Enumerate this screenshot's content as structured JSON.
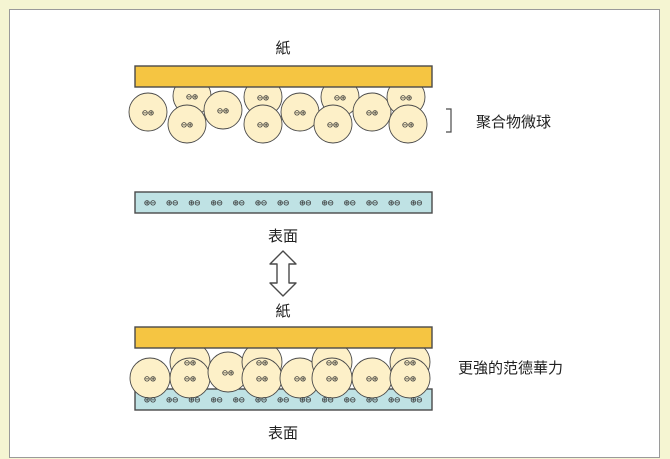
{
  "labels": {
    "paper_top": "紙",
    "microspheres": "聚合物微球",
    "surface_top": "表面",
    "paper_bottom": "紙",
    "vdw": "更強的范德華力",
    "surface_bottom": "表面"
  },
  "symbols": {
    "sphere_charge": "⊖⊕",
    "surface_charge": "⊕⊖"
  },
  "colors": {
    "paper": "#f5c542",
    "sphere": "#fdf0c8",
    "surface": "#bfe2e4",
    "outline": "#4a4a4a",
    "background": "#f5f5d2"
  }
}
